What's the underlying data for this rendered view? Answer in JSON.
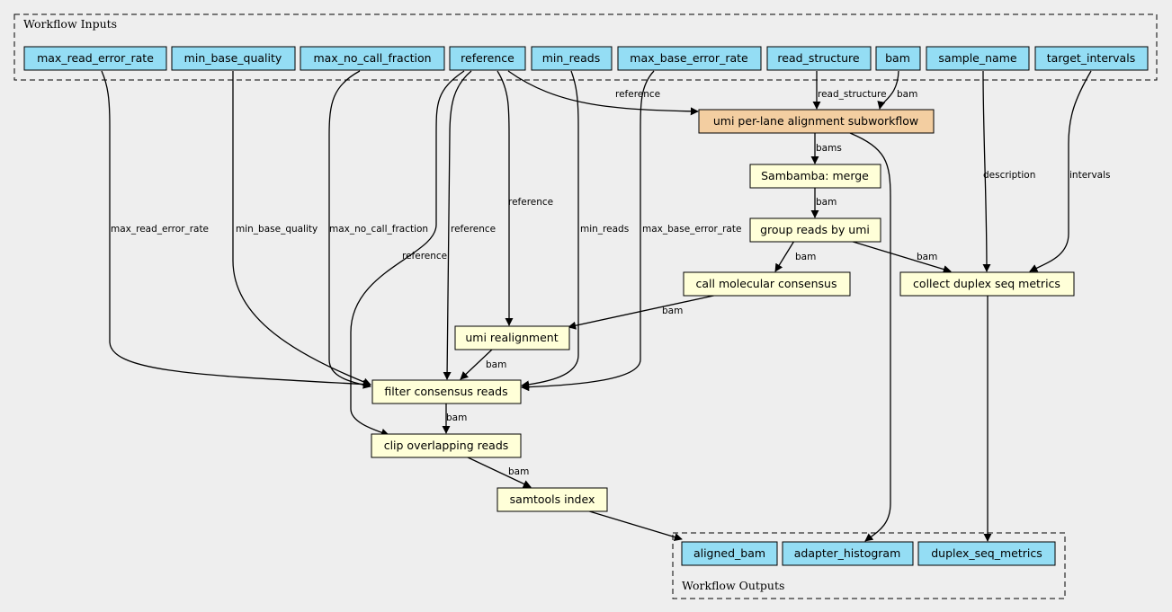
{
  "colors": {
    "background": "#eeeeee",
    "input_output_fill": "#94ddf4",
    "subworkflow_fill": "#f3cea1",
    "step_fill": "#ffffd8"
  },
  "clusters": {
    "inputs_label": "Workflow Inputs",
    "outputs_label": "Workflow Outputs"
  },
  "nodes": {
    "max_read_error_rate": "max_read_error_rate",
    "min_base_quality": "min_base_quality",
    "max_no_call_fraction": "max_no_call_fraction",
    "reference": "reference",
    "min_reads": "min_reads",
    "max_base_error_rate": "max_base_error_rate",
    "read_structure": "read_structure",
    "bam": "bam",
    "sample_name": "sample_name",
    "target_intervals": "target_intervals",
    "umi_alignment": "umi per-lane alignment subworkflow",
    "sambamba_merge": "Sambamba: merge",
    "group_reads": "group reads by umi",
    "call_consensus": "call molecular consensus",
    "collect_metrics": "collect duplex seq metrics",
    "umi_realignment": "umi realignment",
    "filter_reads": "filter consensus reads",
    "clip_reads": "clip overlapping reads",
    "samtools_index": "samtools index",
    "aligned_bam": "aligned_bam",
    "adapter_histogram": "adapter_histogram",
    "duplex_seq_metrics": "duplex_seq_metrics"
  },
  "edge_labels": {
    "reference_to_alignment": "reference",
    "read_structure": "read_structure",
    "bam": "bam",
    "bams": "bams",
    "merge_bam": "bam",
    "group_to_consensus_bam": "bam",
    "group_to_metrics_bam": "bam",
    "description": "description",
    "intervals": "intervals",
    "reference_to_realign": "reference",
    "max_read_error_rate": "max_read_error_rate",
    "min_base_quality": "min_base_quality",
    "max_no_call_fraction": "max_no_call_fraction",
    "reference_to_filter": "reference",
    "reference_to_clip": "reference",
    "min_reads": "min_reads",
    "max_base_error_rate": "max_base_error_rate",
    "consensus_bam": "bam",
    "realign_bam": "bam",
    "filter_bam": "bam",
    "clip_bam": "bam"
  }
}
